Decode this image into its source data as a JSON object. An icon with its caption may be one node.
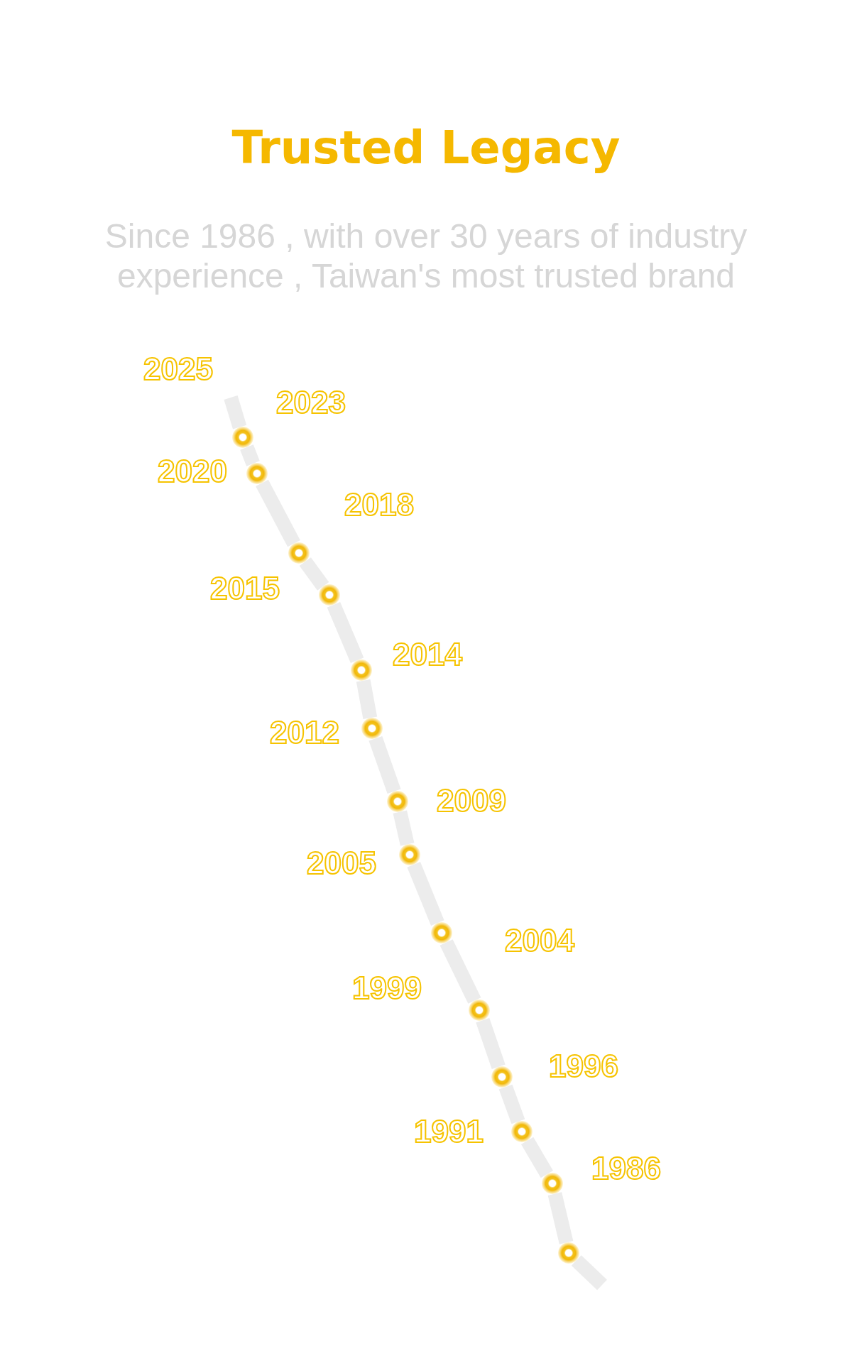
{
  "diagram": {
    "title": "Trusted Legacy",
    "nodes": [
      {
        "text": [],
        "shape": "circle"
      },
      {
        "text": [],
        "shape": "circle"
      },
      {
        "text": [],
        "shape": "circle"
      },
      {
        "text": [],
        "shape": "circle"
      },
      {
        "text": [],
        "shape": "circle"
      },
      {
        "text": [],
        "shape": "circle"
      },
      {
        "text": [],
        "shape": "circle"
      },
      {
        "text": [],
        "shape": "circle"
      },
      {
        "text": [],
        "shape": "circle"
      },
      {
        "text": [],
        "shape": "circle"
      },
      {
        "text": [],
        "shape": "circle"
      },
      {
        "text": [],
        "shape": "circle"
      },
      {
        "text": [],
        "shape": "circle"
      },
      {
        "text": [],
        "shape": "circle"
      }
    ],
    "edges": [
      {
        "from": null,
        "to": 0,
        "arrow": "none"
      },
      {
        "from": 0,
        "to": 1,
        "arrow": "none"
      },
      {
        "from": 1,
        "to": 2,
        "arrow": "none"
      },
      {
        "from": 2,
        "to": 3,
        "arrow": "none"
      },
      {
        "from": 3,
        "to": 4,
        "arrow": "none"
      },
      {
        "from": 4,
        "to": 5,
        "arrow": "none"
      },
      {
        "from": 5,
        "to": 6,
        "arrow": "none"
      },
      {
        "from": 6,
        "to": 7,
        "arrow": "none"
      },
      {
        "from": 7,
        "to": 8,
        "arrow": "none"
      },
      {
        "from": 8,
        "to": 9,
        "arrow": "none"
      },
      {
        "from": 9,
        "to": 10,
        "arrow": "none"
      },
      {
        "from": 10,
        "to": 11,
        "arrow": "none"
      },
      {
        "from": 11,
        "to": 12,
        "arrow": "none"
      },
      {
        "from": 12,
        "to": 13,
        "arrow": "none"
      },
      {
        "from": 13,
        "to": null,
        "arrow": "none"
      }
    ],
    "labels": [
      "Since 1986 , with over 30 years of industry experience , Taiwan's most trusted brand",
      "2025",
      "2023",
      "2020",
      "2018",
      "2015",
      "2014",
      "2012",
      "2009",
      "2005",
      "2004",
      "1999",
      "1996",
      "1991",
      "1986"
    ]
  }
}
